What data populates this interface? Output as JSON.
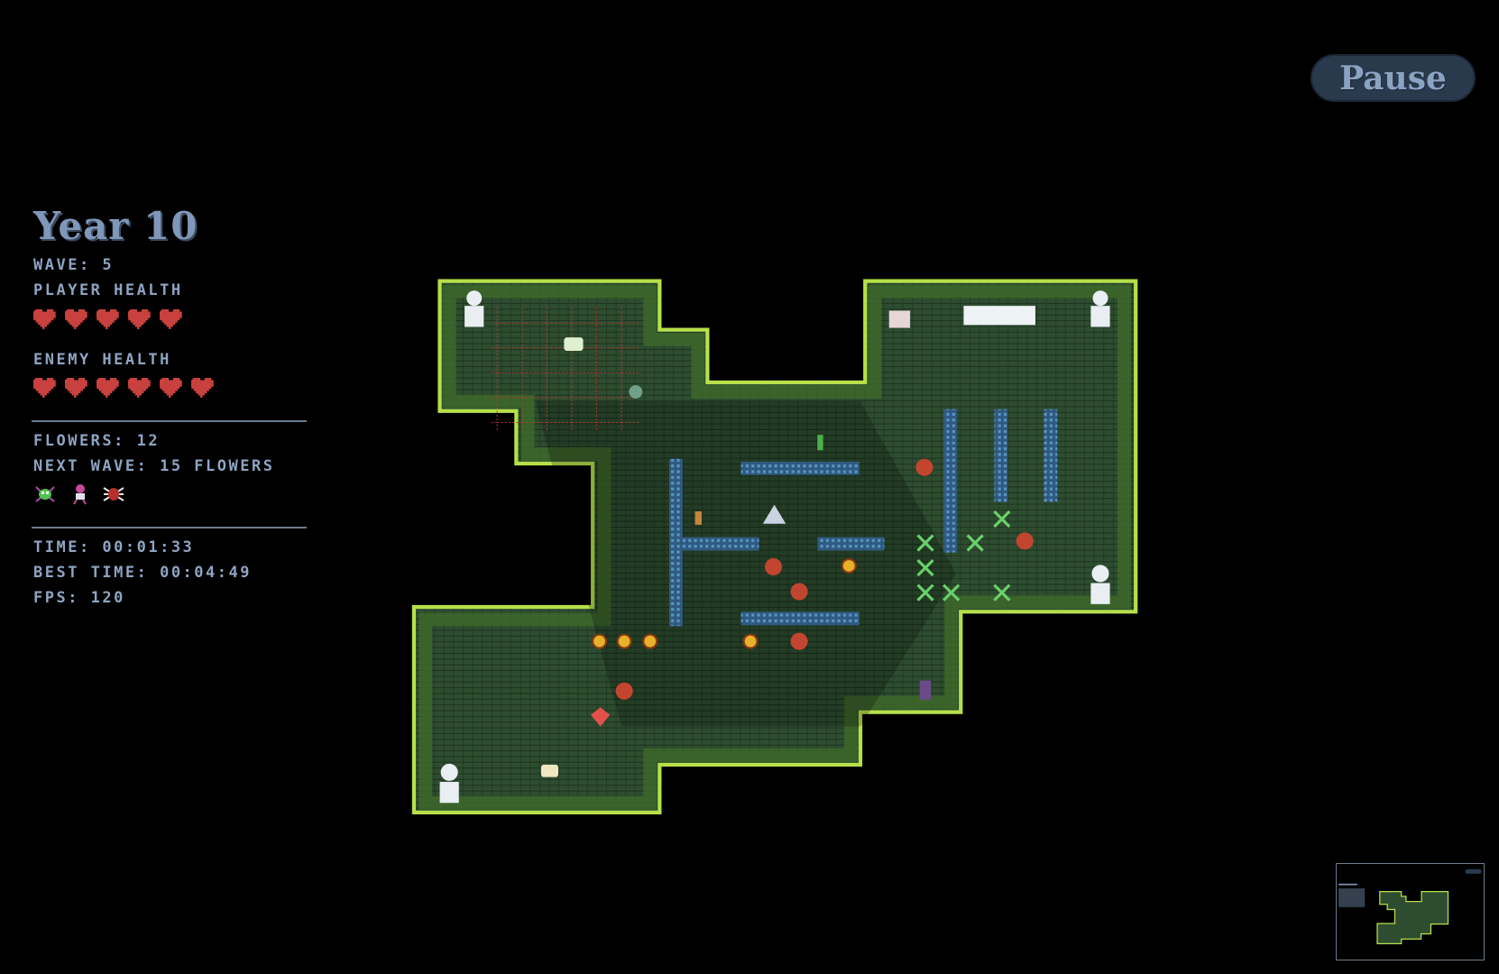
{
  "hud": {
    "year_title": "Year 10",
    "wave": "WAVE: 5",
    "player_health_label": "PLAYER HEALTH",
    "player_hearts": 5,
    "enemy_health_label": "ENEMY HEALTH",
    "enemy_hearts": 6,
    "flowers": "FLOWERS: 12",
    "next_wave": "NEXT WAVE: 15 FLOWERS",
    "next_wave_enemies": [
      "beetle-enemy",
      "imp-enemy",
      "spider-enemy"
    ],
    "time": "TIME: 00:01:33",
    "best_time": "BEST TIME: 00:04:49",
    "fps": "FPS: 120"
  },
  "controls": {
    "pause_label": "Pause"
  },
  "colors": {
    "heart": "#c8413f",
    "hud_text": "#8ea4c2",
    "floor": "#2c4a2e",
    "wall_edge": "#b6e04a",
    "water": "#3d6f9a"
  }
}
